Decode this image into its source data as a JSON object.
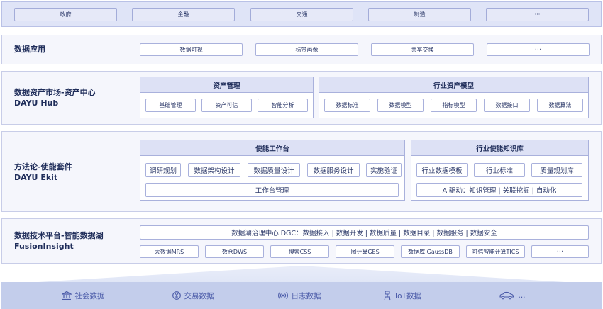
{
  "industries": [
    "政府",
    "金融",
    "交通",
    "制造",
    "···"
  ],
  "data_app": {
    "title": "数据应用",
    "items": [
      "数据可视",
      "标签画像",
      "共享交换",
      "···"
    ]
  },
  "hub": {
    "title_cn": "数据资产市场-资产中心",
    "title_en": "DAYU Hub",
    "asset_mgmt": {
      "title": "资产管理",
      "items": [
        "基础管理",
        "资产可信",
        "智能分析"
      ]
    },
    "industry_model": {
      "title": "行业资产模型",
      "items": [
        "数据标准",
        "数据模型",
        "指标模型",
        "数据接口",
        "数据算法"
      ]
    }
  },
  "ekit": {
    "title_cn": "方法论-使能套件",
    "title_en": "DAYU Ekit",
    "workbench": {
      "title": "使能工作台",
      "items": [
        "调研规划",
        "数据架构设计",
        "数据质量设计",
        "数据服务设计",
        "实施验证"
      ],
      "footer": "工作台管理"
    },
    "knowledge": {
      "title": "行业使能知识库",
      "items": [
        "行业数据模板",
        "行业标准",
        "质量规划库"
      ],
      "footer": "AI驱动：知识管理 | 关联挖掘 | 自动化"
    }
  },
  "fusion": {
    "title_cn": "数据技术平台-智能数据湖",
    "title_en": "FusionInsight",
    "dgc": "数据湖治理中心 DGC：数据接入 | 数据开发 | 数据质量 | 数据目录 | 数据服务 | 数据安全",
    "items": [
      "大数据MRS",
      "数仓DWS",
      "搜索CSS",
      "图计算GES",
      "数据库 GaussDB",
      "可信智能计算TICS",
      "···"
    ]
  },
  "sources": [
    {
      "label": "社会数据",
      "icon": "bank-icon"
    },
    {
      "label": "交易数据",
      "icon": "yen-icon"
    },
    {
      "label": "日志数据",
      "icon": "signal-icon"
    },
    {
      "label": "IoT数据",
      "icon": "iot-robot-icon"
    },
    {
      "label": "...",
      "icon": "car-icon"
    }
  ],
  "colors": {
    "border": "#c8cde8",
    "layer_bg": "#f5f6fc",
    "header_bg": "#dde1f5",
    "source_band": "#c3cdeb",
    "text": "#1f2d5a",
    "accent": "#4a5aa8"
  }
}
